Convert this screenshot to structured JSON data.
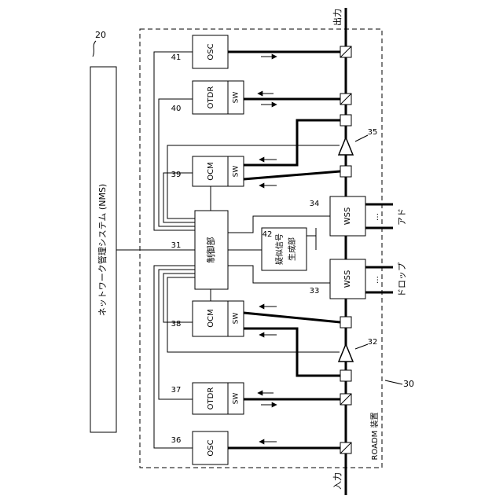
{
  "nms": {
    "label": "ネットワーク管理システム (NMS)",
    "ref": "20"
  },
  "roadm": {
    "label": "ROADM 装置",
    "ref": "30"
  },
  "ports": {
    "output": "出力",
    "input": "入力"
  },
  "external": {
    "add": "アド",
    "drop": "ドロップ",
    "ellipsis": "…"
  },
  "components": {
    "osc_top": {
      "label": "OSC",
      "ref": "41"
    },
    "otdr_top": {
      "label": "OTDR",
      "sw": "SW",
      "ref": "40"
    },
    "ocm_top": {
      "label": "OCM",
      "sw": "SW",
      "ref": "39"
    },
    "controller": {
      "label": "制御部",
      "ref": "31"
    },
    "pseudo_gen": {
      "label1": "疑似信号",
      "label2": "生成部",
      "ref": "42"
    },
    "ocm_bottom": {
      "label": "OCM",
      "sw": "SW",
      "ref": "38"
    },
    "otdr_bottom": {
      "label": "OTDR",
      "sw": "SW",
      "ref": "37"
    },
    "osc_bottom": {
      "label": "OSC",
      "ref": "36"
    },
    "wss_add": {
      "label": "WSS",
      "ref": "34"
    },
    "wss_drop": {
      "label": "WSS",
      "ref": "33"
    },
    "amp_top": {
      "ref": "35"
    },
    "amp_bottom": {
      "ref": "32"
    }
  }
}
